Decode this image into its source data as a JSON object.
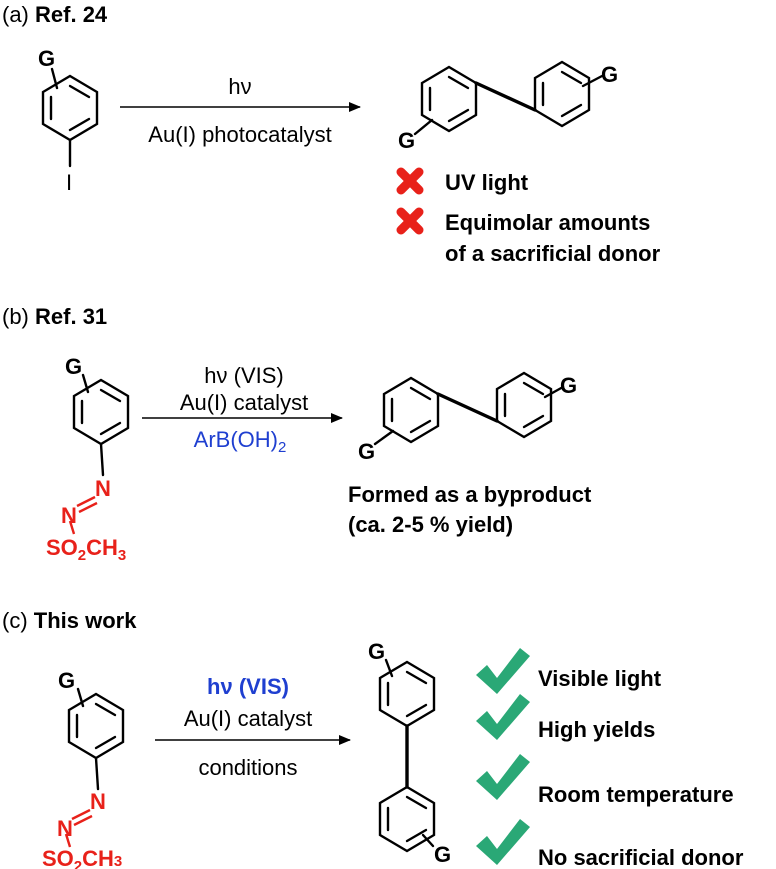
{
  "colors": {
    "text": "#000000",
    "red": "#e8211a",
    "blue": "#1f3fd0",
    "check": "#2aa876"
  },
  "icons": {
    "cross": "red-cross-icon",
    "check": "green-check-icon"
  },
  "panel_a": {
    "label_prefix": "(a)",
    "label_bold": "Ref. 24",
    "substituent": "G",
    "leaving_group": "I",
    "arrow_top": "hν",
    "arrow_bottom": "Au(I) photocatalyst",
    "product_g1": "G",
    "product_g2": "G",
    "cons": [
      "UV light",
      "Equimolar amounts",
      "of a sacrificial donor"
    ]
  },
  "panel_b": {
    "label_prefix": "(b)",
    "label_bold": "Ref. 31",
    "substituent": "G",
    "azo_n1": "N",
    "azo_n2": "N",
    "sulfonyl_so": "SO",
    "sulfonyl_sub": "2",
    "sulfonyl_ch": "CH",
    "sulfonyl_sub2": "3",
    "arrow_line1": "hν (VIS)",
    "arrow_line2": "Au(I) catalyst",
    "arrow_line3_main": "ArB(OH)",
    "arrow_line3_sub": "2",
    "product_g1": "G",
    "product_g2": "G",
    "note_line1": "Formed as a byproduct",
    "note_line2": "(ca. 2-5 % yield)"
  },
  "panel_c": {
    "label_prefix": "(c)",
    "label_bold": "This work",
    "substituent": "G",
    "azo_n1": "N",
    "azo_n2": "N",
    "sulfonyl_so": "SO",
    "sulfonyl_sub": "2",
    "sulfonyl_ch": "CH",
    "sulfonyl_sub2": "3",
    "arrow_line1": "hν (VIS)",
    "arrow_line2": "Au(I) catalyst",
    "arrow_line3": "conditions",
    "product_g1": "G",
    "product_g2": "G",
    "pros": [
      "Visible light",
      "High yields",
      "Room temperature",
      "No sacrificial donor"
    ]
  }
}
